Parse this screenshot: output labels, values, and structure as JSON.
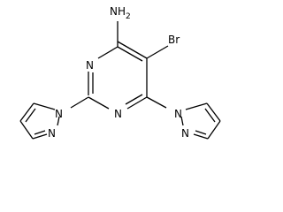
{
  "molecule": {
    "labels": {
      "amine": "NH2",
      "bromo": "Br",
      "ring_n_top": "N",
      "ring_n_bottom": "N",
      "pz1_n_attach": "N",
      "pz1_n_adj": "N",
      "pz2_n_attach": "N",
      "pz2_n_adj": "N"
    }
  }
}
